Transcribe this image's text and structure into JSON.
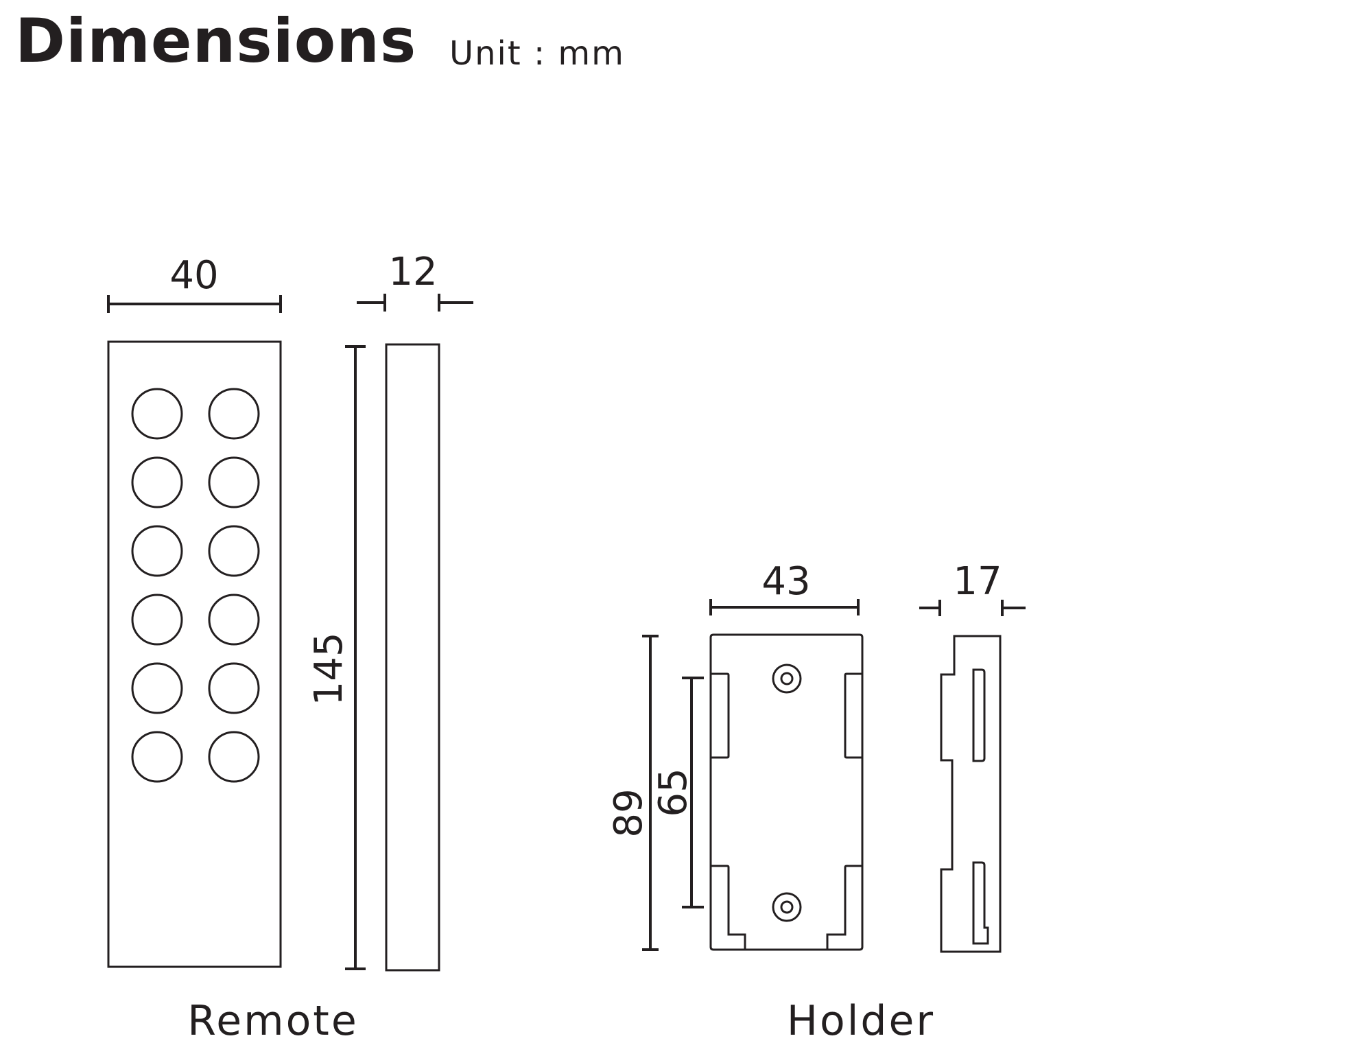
{
  "header": {
    "title": "Dimensions",
    "unit": "Unit : mm"
  },
  "remote": {
    "caption": "Remote",
    "width": "40",
    "thickness": "12",
    "length": "145",
    "button_rows": 6,
    "button_columns": 2
  },
  "holder": {
    "caption": "Holder",
    "width": "43",
    "thickness": "17",
    "length": "89",
    "inner_length": "65"
  }
}
